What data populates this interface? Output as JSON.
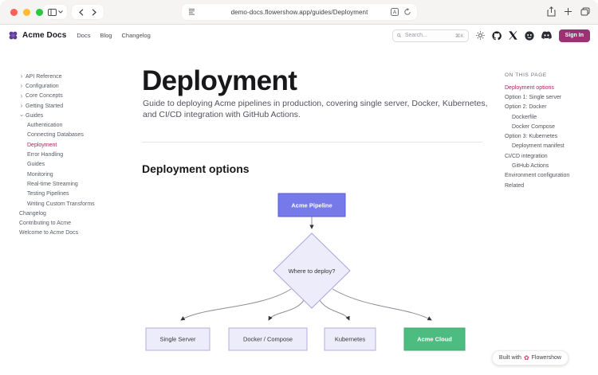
{
  "browser": {
    "url": "demo-docs.flowershow.app/guides/Deployment"
  },
  "header": {
    "brand": "Acme Docs",
    "nav": [
      {
        "label": "Docs"
      },
      {
        "label": "Blog"
      },
      {
        "label": "Changelog"
      }
    ],
    "search": {
      "placeholder": "Search...",
      "shortcut": "⌘K"
    },
    "sign_in_label": "Sign In"
  },
  "sidebar": {
    "items": [
      {
        "label": "API Reference"
      },
      {
        "label": "Configuration"
      },
      {
        "label": "Core Concepts"
      },
      {
        "label": "Getting Started"
      },
      {
        "label": "Guides"
      },
      {
        "label": "Authentication"
      },
      {
        "label": "Connecting Databases"
      },
      {
        "label": "Deployment"
      },
      {
        "label": "Error Handling"
      },
      {
        "label": "Guides"
      },
      {
        "label": "Monitoring"
      },
      {
        "label": "Real-time Streaming"
      },
      {
        "label": "Testing Pipelines"
      },
      {
        "label": "Writing Custom Transforms"
      },
      {
        "label": "Changelog"
      },
      {
        "label": "Contributing to Acme"
      },
      {
        "label": "Welcome to Acme Docs"
      }
    ]
  },
  "main": {
    "title": "Deployment",
    "subtitle": "Guide to deploying Acme pipelines in production, covering single server, Docker, Kubernetes, and CI/CD integration with GitHub Actions.",
    "section_heading": "Deployment options"
  },
  "diagram": {
    "root": "Acme Pipeline",
    "decision": "Where to deploy?",
    "options": [
      {
        "label": "Single Server"
      },
      {
        "label": "Docker / Compose"
      },
      {
        "label": "Kubernetes"
      },
      {
        "label": "Acme Cloud"
      }
    ],
    "colors": {
      "root_fill": "#767ae8",
      "option_fill": "#ececfa",
      "decision_fill": "#ececfa",
      "cloud_fill": "#4dbc80"
    }
  },
  "toc": {
    "heading": "ON THIS PAGE",
    "items": [
      {
        "label": "Deployment options"
      },
      {
        "label": "Option 1: Single server"
      },
      {
        "label": "Option 2: Docker"
      },
      {
        "label": "Dockerfile"
      },
      {
        "label": "Docker Compose"
      },
      {
        "label": "Option 3: Kubernetes"
      },
      {
        "label": "Deployment manifest"
      },
      {
        "label": "CI/CD integration"
      },
      {
        "label": "GitHub Actions"
      },
      {
        "label": "Environment configuration"
      },
      {
        "label": "Related"
      }
    ]
  },
  "badge": {
    "prefix": "Built with",
    "brand": "Flowershow"
  },
  "colors": {
    "accent": "#b01e63",
    "sign_in_bg": "#9e3173"
  }
}
